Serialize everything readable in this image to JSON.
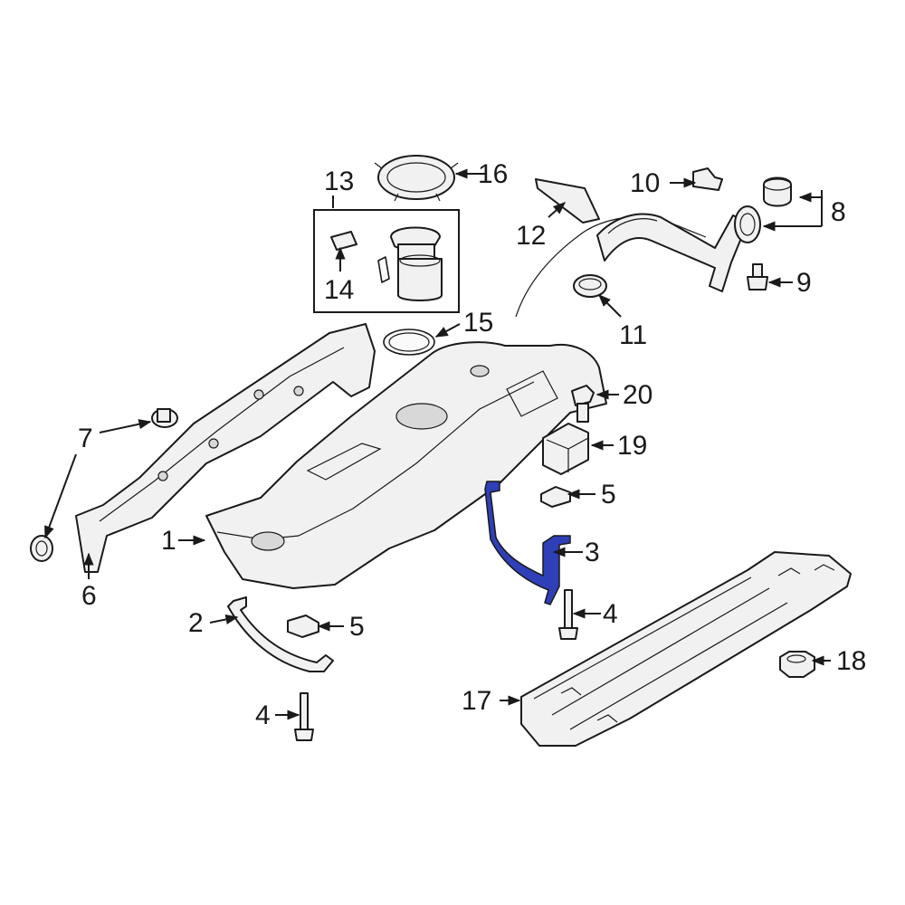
{
  "diagram": {
    "highlight_color": "#2f3fb8",
    "ink_color": "#1a1a1a",
    "part_fill": "#f1f1f1",
    "highlighted_part": "3",
    "callouts": {
      "c1": "1",
      "c2": "2",
      "c3": "3",
      "c4a": "4",
      "c4b": "4",
      "c5a": "5",
      "c5b": "5",
      "c6": "6",
      "c7": "7",
      "c8": "8",
      "c9": "9",
      "c10": "10",
      "c11": "11",
      "c12": "12",
      "c13": "13",
      "c14": "14",
      "c15": "15",
      "c16": "16",
      "c17": "17",
      "c18": "18",
      "c19": "19",
      "c20": "20"
    }
  }
}
